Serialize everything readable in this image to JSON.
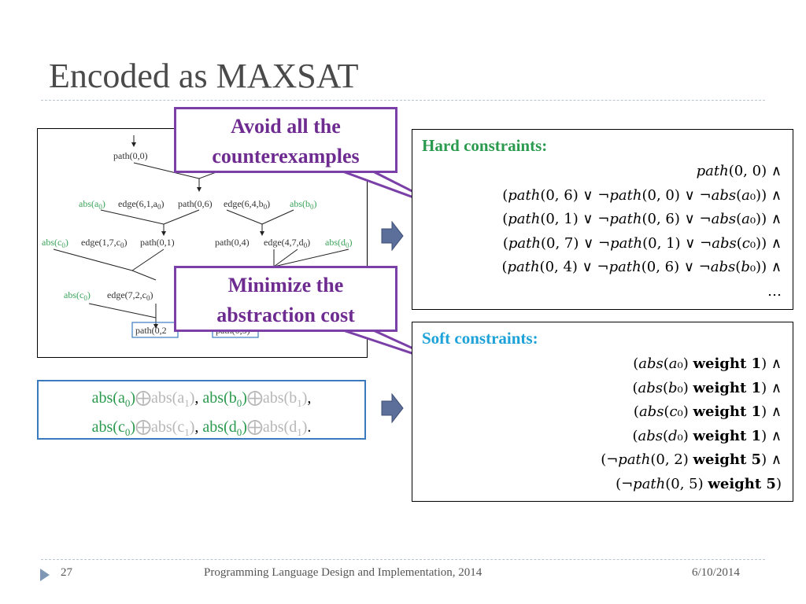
{
  "slide": {
    "title": "Encoded as MAXSAT"
  },
  "tree": {
    "nodes": {
      "root": "path(0,0)",
      "abs_a0": "abs(a",
      "edge_6_1_a0": "edge(6,1,a",
      "path_0_6": "path(0,6)",
      "edge_6_4_b0": "edge(6,4,b",
      "abs_b0": "abs(b",
      "abs_c0_l": "abs(c",
      "edge_1_7_c0": "edge(1,7,c",
      "path_0_1": "path(0,1)",
      "path_0_4": "path(0,4)",
      "edge_4_7_d0": "edge(4,7,d",
      "abs_d0": "abs(d",
      "abs_c0_b": "abs(c",
      "edge_7_2_c0": "edge(7,2,c",
      "leaf_path_0_2": "path(0,2",
      "leaf_path_0_5": "path(0,5)",
      "sub_0": "0",
      "close_paren": ")"
    }
  },
  "callouts": {
    "avoid_line1": "Avoid all the",
    "avoid_line2": "counterexamples",
    "minimize_line1": "Minimize the",
    "minimize_line2": "abstraction cost"
  },
  "hard": {
    "heading": "Hard constraints:",
    "lines": [
      "𝑝𝑎𝑡ℎ(0, 0) ∧",
      "(𝑝𝑎𝑡ℎ(0, 6) ∨ ¬𝑝𝑎𝑡ℎ(0, 0) ∨ ¬𝑎𝑏𝑠(𝑎₀)) ∧",
      "(𝑝𝑎𝑡ℎ(0, 1) ∨ ¬𝑝𝑎𝑡ℎ(0, 6) ∨ ¬𝑎𝑏𝑠(𝑎₀)) ∧",
      "(𝑝𝑎𝑡ℎ(0, 7) ∨ ¬𝑝𝑎𝑡ℎ(0, 1) ∨ ¬𝑎𝑏𝑠(𝑐₀)) ∧",
      "(𝑝𝑎𝑡ℎ(0, 4) ∨ ¬𝑝𝑎𝑡ℎ(0, 6) ∨ ¬𝑎𝑏𝑠(𝑏₀)) ∧",
      "…"
    ]
  },
  "soft": {
    "heading": "Soft constraints:",
    "rows": [
      {
        "expr": "(𝑎𝑏𝑠(𝑎₀) ",
        "weight": "weight 1",
        "tail": ") ∧"
      },
      {
        "expr": "(𝑎𝑏𝑠(𝑏₀) ",
        "weight": "weight 1",
        "tail": ") ∧"
      },
      {
        "expr": "(𝑎𝑏𝑠(𝑐₀) ",
        "weight": "weight 1",
        "tail": ") ∧"
      },
      {
        "expr": "(𝑎𝑏𝑠(𝑑₀) ",
        "weight": "weight 1",
        "tail": ") ∧"
      },
      {
        "expr": "(¬𝑝𝑎𝑡ℎ(0, 2) ",
        "weight": "weight 5",
        "tail": ") ∧"
      },
      {
        "expr": "(¬𝑝𝑎𝑡ℎ(0, 5) ",
        "weight": "weight 5",
        "tail": ")"
      }
    ]
  },
  "abs_box": {
    "abs": "abs(",
    "a": "a",
    "b": "b",
    "c": "c",
    "d": "d",
    "sub0": "0",
    "sub1": "1",
    "close": ")",
    "xor": "⨁",
    "comma": ", ",
    "period": "."
  },
  "footer": {
    "page": "27",
    "conference": "Programming Language Design and Implementation, 2014",
    "date": "6/10/2014"
  },
  "colors": {
    "title": "#4a4a4a",
    "callout_border": "#7b3fa8",
    "callout_text": "#6e2c91",
    "hard_heading": "#2a9a4e",
    "soft_heading": "#1ca2d8",
    "abs_green": "#2a9a4e",
    "abs_grey": "#b7b7b7",
    "arrow_fill": "#5b6f9a"
  }
}
